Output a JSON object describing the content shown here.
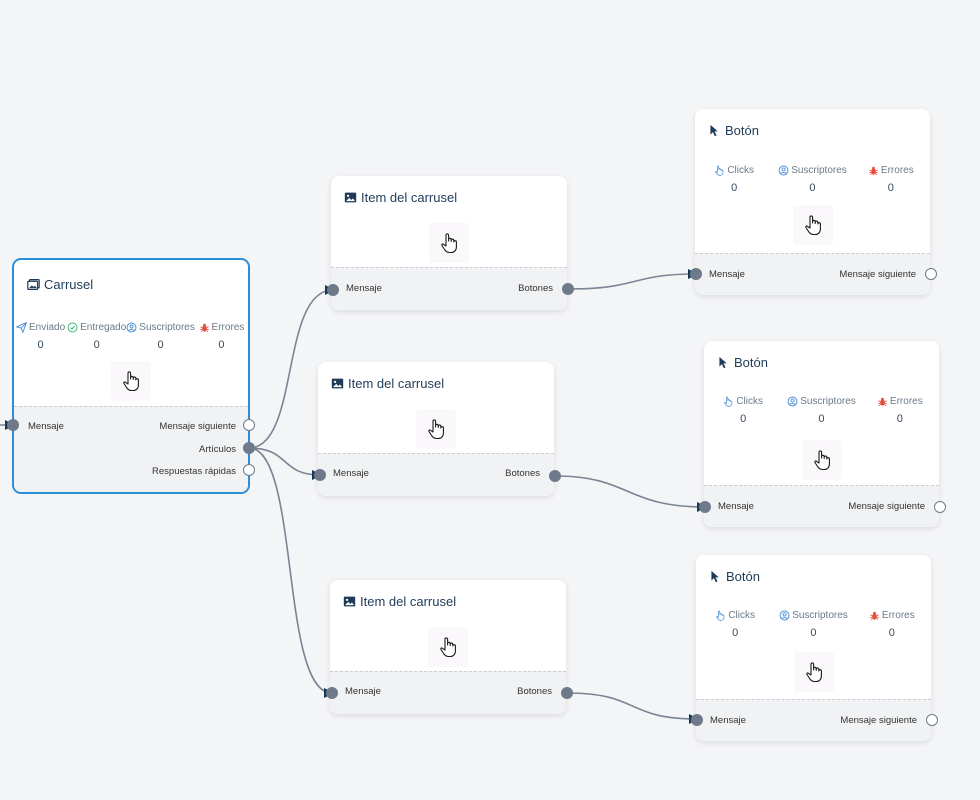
{
  "carrusel": {
    "title": "Carrusel",
    "stats": [
      {
        "label": "Enviado",
        "value": "0",
        "icon": "paper-plane-icon",
        "color": "#4a8fd6"
      },
      {
        "label": "Entregado",
        "value": "0",
        "icon": "check-circle-icon",
        "color": "#3cb371"
      },
      {
        "label": "Suscriptores",
        "value": "0",
        "icon": "user-circle-icon",
        "color": "#4a8fd6"
      },
      {
        "label": "Errores",
        "value": "0",
        "icon": "bug-icon",
        "color": "#e74c3c"
      }
    ],
    "in_port": "Mensaje",
    "out_ports": [
      "Mensaje siguiente",
      "Artículos",
      "Respuestas rápidas"
    ]
  },
  "items": [
    {
      "title": "Item del carrusel",
      "in_port": "Mensaje",
      "out_port": "Botones"
    },
    {
      "title": "Item del carrusel",
      "in_port": "Mensaje",
      "out_port": "Botones"
    },
    {
      "title": "Item del carrusel",
      "in_port": "Mensaje",
      "out_port": "Botones"
    }
  ],
  "buttons": [
    {
      "title": "Botón",
      "stats": [
        {
          "label": "Clicks",
          "value": "0",
          "icon": "pointer-icon",
          "color": "#4a8fd6"
        },
        {
          "label": "Suscriptores",
          "value": "0",
          "icon": "user-circle-icon",
          "color": "#4a8fd6"
        },
        {
          "label": "Errores",
          "value": "0",
          "icon": "bug-icon",
          "color": "#e74c3c"
        }
      ],
      "in_port": "Mensaje",
      "out_port": "Mensaje siguiente"
    },
    {
      "title": "Botón",
      "stats": [
        {
          "label": "Clicks",
          "value": "0",
          "icon": "pointer-icon",
          "color": "#4a8fd6"
        },
        {
          "label": "Suscriptores",
          "value": "0",
          "icon": "user-circle-icon",
          "color": "#4a8fd6"
        },
        {
          "label": "Errores",
          "value": "0",
          "icon": "bug-icon",
          "color": "#e74c3c"
        }
      ],
      "in_port": "Mensaje",
      "out_port": "Mensaje siguiente"
    },
    {
      "title": "Botón",
      "stats": [
        {
          "label": "Clicks",
          "value": "0",
          "icon": "pointer-icon",
          "color": "#4a8fd6"
        },
        {
          "label": "Suscriptores",
          "value": "0",
          "icon": "user-circle-icon",
          "color": "#4a8fd6"
        },
        {
          "label": "Errores",
          "value": "0",
          "icon": "bug-icon",
          "color": "#e74c3c"
        }
      ],
      "in_port": "Mensaje",
      "out_port": "Mensaje siguiente"
    }
  ],
  "colors": {
    "edge": "#7a8494",
    "arrow": "#173a56",
    "selected_border": "#2b8fd8"
  }
}
